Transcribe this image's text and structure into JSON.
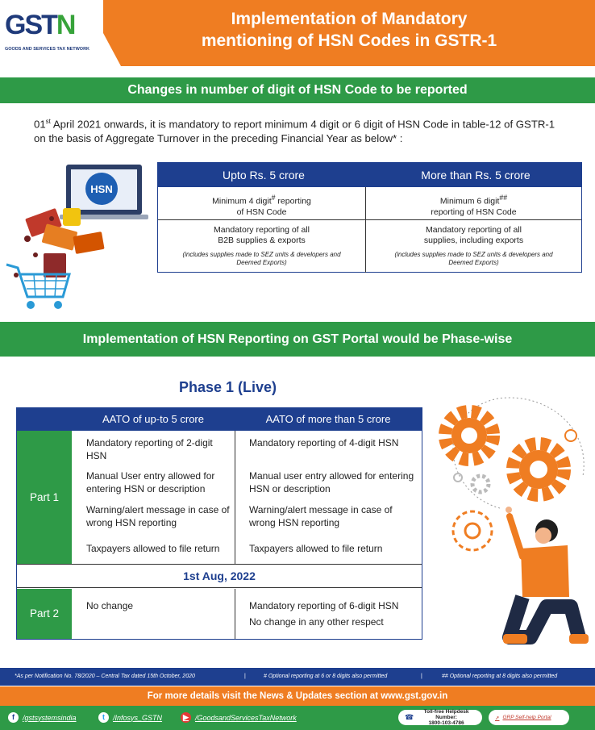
{
  "header": {
    "logo_mark": "GSTN",
    "logo_caption": "GOODS AND SERVICES TAX NETWORK",
    "title_line1": "Implementation of Mandatory",
    "title_line2": "mentioning of HSN Codes in GSTR-1"
  },
  "section1": {
    "heading": "Changes in number of digit of HSN Code to be reported",
    "intro_prefix": "01",
    "intro_sup": "st",
    "intro_body": " April 2021 onwards, it is mandatory to report minimum 4 digit or 6 digit of HSN Code in table-12 of GSTR-1 on the basis of Aggregate Turnover in the preceding Financial Year as below* :",
    "laptop_label": "HSN",
    "table": {
      "col1_head": "Upto Rs. 5 crore",
      "col2_head": "More than Rs. 5 crore",
      "r1c1_a": "Minimum 4 digit",
      "r1c1_sup": "#",
      "r1c1_b": " reporting",
      "r1c1_c": "of HSN Code",
      "r1c2_a": "Minimum 6 digit",
      "r1c2_sup": "##",
      "r1c2_b": "reporting of HSN Code",
      "r2c1_a": "Mandatory reporting of all",
      "r2c1_b": "B2B supplies & exports",
      "r2c1_note": "(includes supplies made to SEZ units & developers and Deemed Exports)",
      "r2c2_a": "Mandatory reporting of all",
      "r2c2_b": "supplies, including exports",
      "r2c2_note": "(includes supplies made to SEZ units & developers and Deemed Exports)"
    }
  },
  "section2": {
    "heading": "Implementation of HSN Reporting on GST Portal would be Phase-wise",
    "phase_title": "Phase 1 (Live)",
    "table": {
      "col1_head": "AATO of up-to 5 crore",
      "col2_head": "AATO of more than 5 crore",
      "part1_label": "Part 1",
      "part1_left": [
        "Mandatory reporting of 2-digit HSN",
        "Manual User entry allowed for entering HSN or description",
        "Warning/alert message in case of wrong HSN reporting",
        "Taxpayers allowed to file return"
      ],
      "part1_right": [
        "Mandatory reporting of 4-digit HSN",
        "Manual user entry allowed for entering HSN or description",
        "Warning/alert message in case of wrong HSN reporting",
        "Taxpayers allowed to file return"
      ],
      "date_row": "1st Aug, 2022",
      "part2_label": "Part 2",
      "part2_left": [
        "No change"
      ],
      "part2_right": [
        "Mandatory reporting of 6-digit HSN",
        "No change in any other respect"
      ]
    }
  },
  "footer": {
    "note1": "*As per Notification No. 78/2020 – Central Tax dated 15th October, 2020",
    "note2": "# Optional reporting at 6 or 8 digits also permitted",
    "note3": "## Optional reporting at 8 digits also permitted",
    "more_details": "For more details visit the News & Updates section at www.gst.gov.in",
    "facebook": "/gstsystemsindia",
    "twitter": "/Infosys_GSTN",
    "youtube": "/GoodsandServicesTaxNetwork",
    "helpdesk_label": "Toll-free Helpdesk Number:",
    "helpdesk_number": "1800-103-4786",
    "selfhelp": "GRP Self-help Portal"
  },
  "colors": {
    "orange": "#ef7d22",
    "green": "#2e9a47",
    "navy": "#1e3f8f"
  }
}
